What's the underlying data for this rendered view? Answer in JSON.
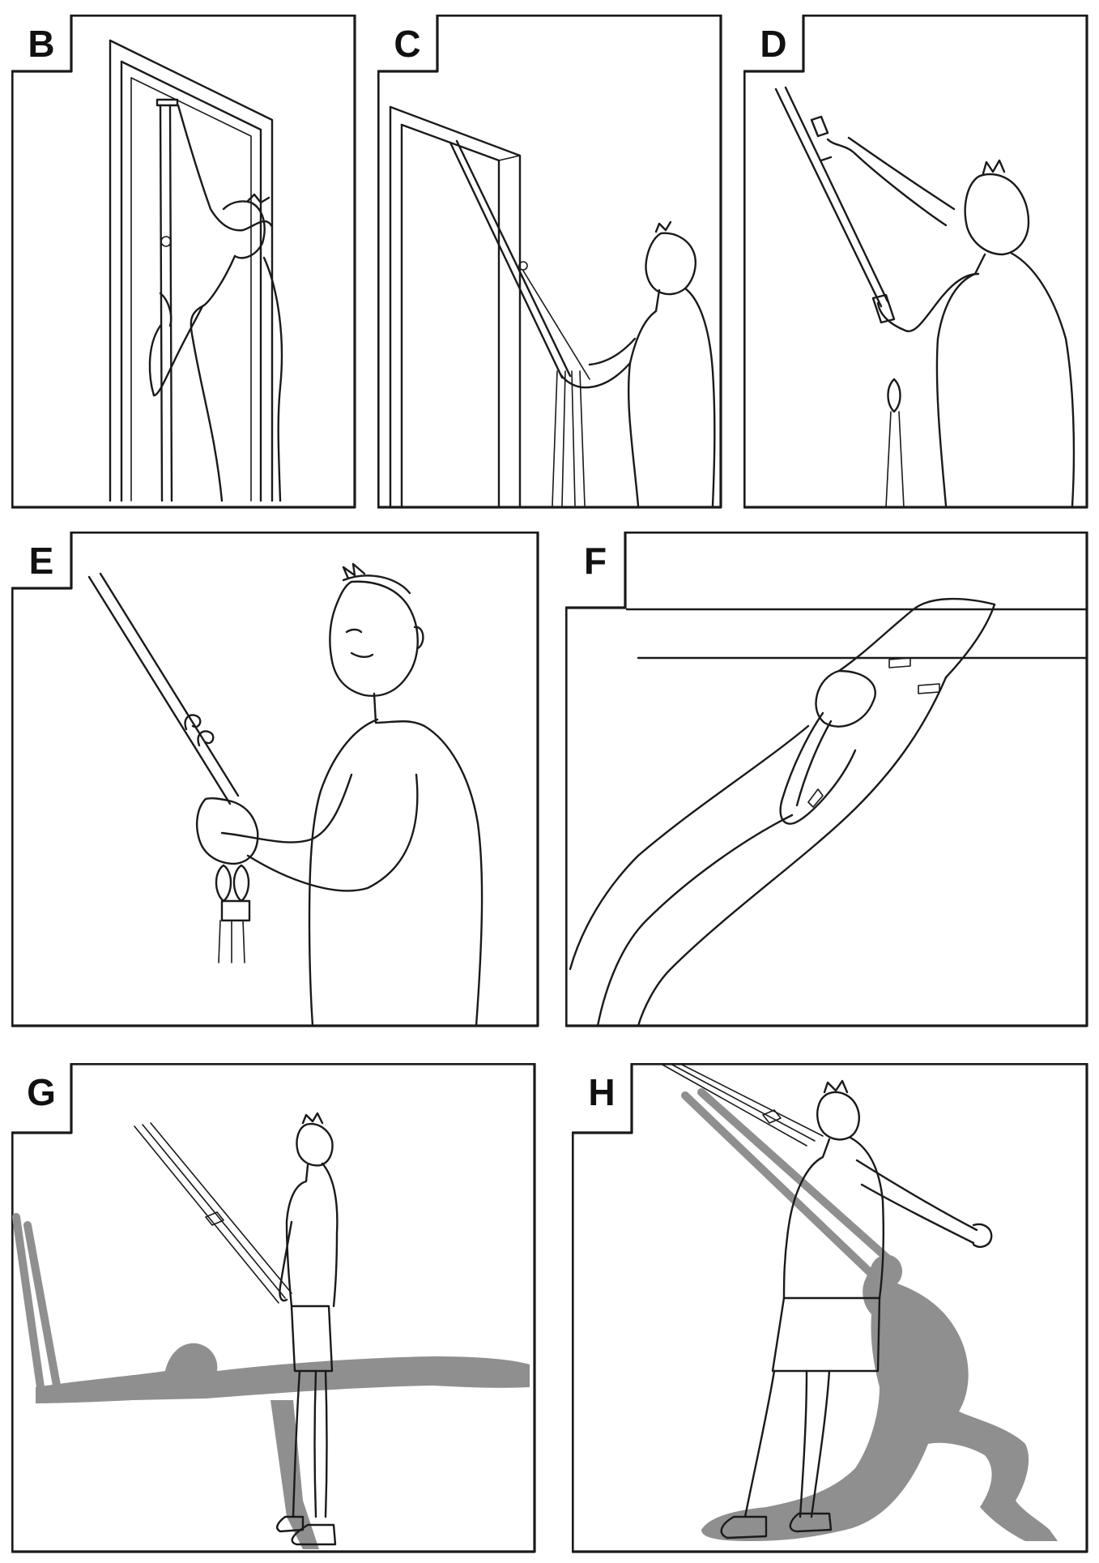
{
  "figure": {
    "panels": [
      {
        "id": "b",
        "label": "B"
      },
      {
        "id": "c",
        "label": "C"
      },
      {
        "id": "d",
        "label": "D"
      },
      {
        "id": "e",
        "label": "E"
      },
      {
        "id": "f",
        "label": "F"
      },
      {
        "id": "g",
        "label": "G"
      },
      {
        "id": "h",
        "label": "H"
      }
    ],
    "colors": {
      "ink": "#1a1a1a",
      "shadow": "#8f8f8f",
      "background": "#ffffff"
    }
  }
}
